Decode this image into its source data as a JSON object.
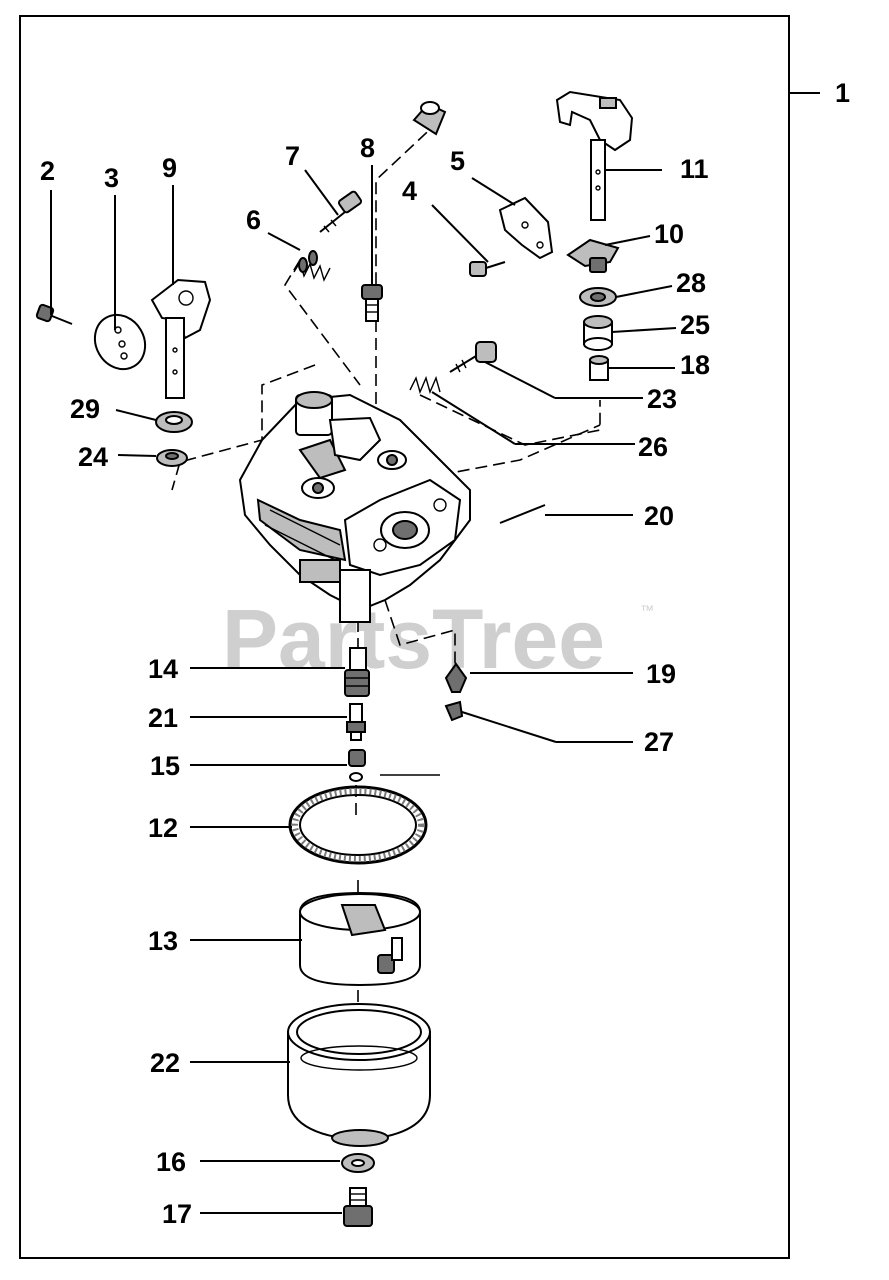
{
  "watermark": {
    "text": "PartsTree",
    "tm": "™"
  },
  "callouts": {
    "c1": "1",
    "c2": "2",
    "c3": "3",
    "c4": "4",
    "c5": "5",
    "c6": "6",
    "c7": "7",
    "c8": "8",
    "c9": "9",
    "c10": "10",
    "c11": "11",
    "c12": "12",
    "c13": "13",
    "c14": "14",
    "c15": "15",
    "c16": "16",
    "c17": "17",
    "c18": "18",
    "c19": "19",
    "c20": "20",
    "c21": "21",
    "c22": "22",
    "c23": "23",
    "c24": "24",
    "c25": "25",
    "c26": "26",
    "c27": "27",
    "c28": "28",
    "c29": "29"
  }
}
